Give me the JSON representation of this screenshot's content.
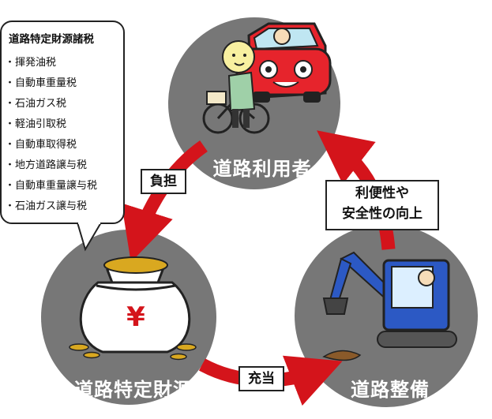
{
  "circles": {
    "top": "道路利用者",
    "left": "道路特定財源",
    "right": "道路整備"
  },
  "arrows": {
    "burden": "負担",
    "allocation": "充当",
    "improvement_line1": "利便性や",
    "improvement_line2": "安全性の向上"
  },
  "taxes": {
    "title": "道路特定財源諸税",
    "items": [
      "・揮発油税",
      "・自動車重量税",
      "・石油ガス税",
      "・軽油引取税",
      "・自動車取得税",
      "・地方道路譲与税",
      "・自動車重量譲与税",
      "・石油ガス譲与税"
    ]
  },
  "money_bag_symbol": "¥",
  "colors": {
    "circle": "#777777",
    "arrow": "#d4141b",
    "car": "#e6242c",
    "excavator": "#2c59c4"
  }
}
